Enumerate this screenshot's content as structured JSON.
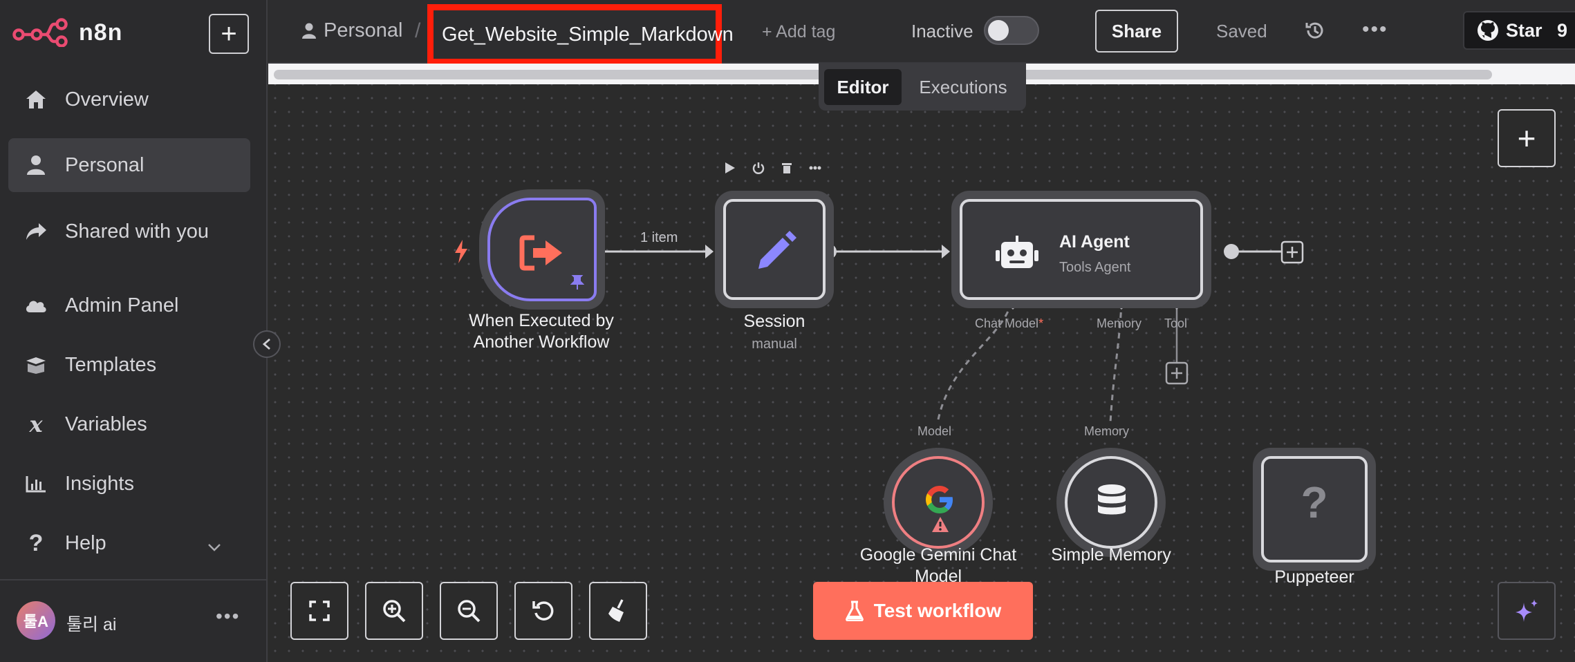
{
  "app": {
    "name": "n8n"
  },
  "sidebar": {
    "items": [
      {
        "label": "Overview",
        "icon": "home-icon"
      },
      {
        "label": "Personal",
        "icon": "user-icon",
        "active": true
      },
      {
        "label": "Shared with you",
        "icon": "share-icon"
      },
      {
        "label": "Admin Panel",
        "icon": "cloud-icon"
      },
      {
        "label": "Templates",
        "icon": "box-open-icon"
      },
      {
        "label": "Variables",
        "icon": "variable-icon"
      },
      {
        "label": "Insights",
        "icon": "chart-bar-icon"
      },
      {
        "label": "Help",
        "icon": "question-icon"
      }
    ],
    "user": {
      "initials": "툴A",
      "name": "툴리 ai"
    }
  },
  "header": {
    "breadcrumb_project": "Personal",
    "workflow_name": "Get_Website_Simple_Markdown",
    "add_tag": "+ Add tag",
    "status_label": "Inactive",
    "active": false,
    "share_label": "Share",
    "saved_label": "Saved",
    "github_star_label": "Star",
    "github_star_count": "9"
  },
  "tabs": {
    "editor": "Editor",
    "executions": "Executions",
    "selected": "Editor"
  },
  "canvas": {
    "nodes": {
      "trigger": {
        "line1": "When Executed by",
        "line2": "Another Workflow"
      },
      "session": {
        "title": "Session",
        "subtitle": "manual"
      },
      "agent": {
        "title": "AI Agent",
        "subtitle": "Tools Agent",
        "handles": {
          "chat_model": "Chat Model",
          "required_mark": "*",
          "memory": "Memory",
          "tool": "Tool"
        }
      },
      "gemini": {
        "line1": "Google Gemini Chat",
        "line2": "Model",
        "handle": "Model"
      },
      "memory": {
        "title": "Simple Memory",
        "handle": "Memory"
      },
      "puppeteer": {
        "title": "Puppeteer",
        "glyph": "?"
      }
    },
    "connection_label": "1 item",
    "test_button": "Test workflow"
  },
  "colors": {
    "accent": "#ff6f5c",
    "highlight_box": "#ff1e0a",
    "trigger_border": "#8a7cf0",
    "session_icon": "#8c87ff",
    "gemini_border": "#ef7f82"
  }
}
